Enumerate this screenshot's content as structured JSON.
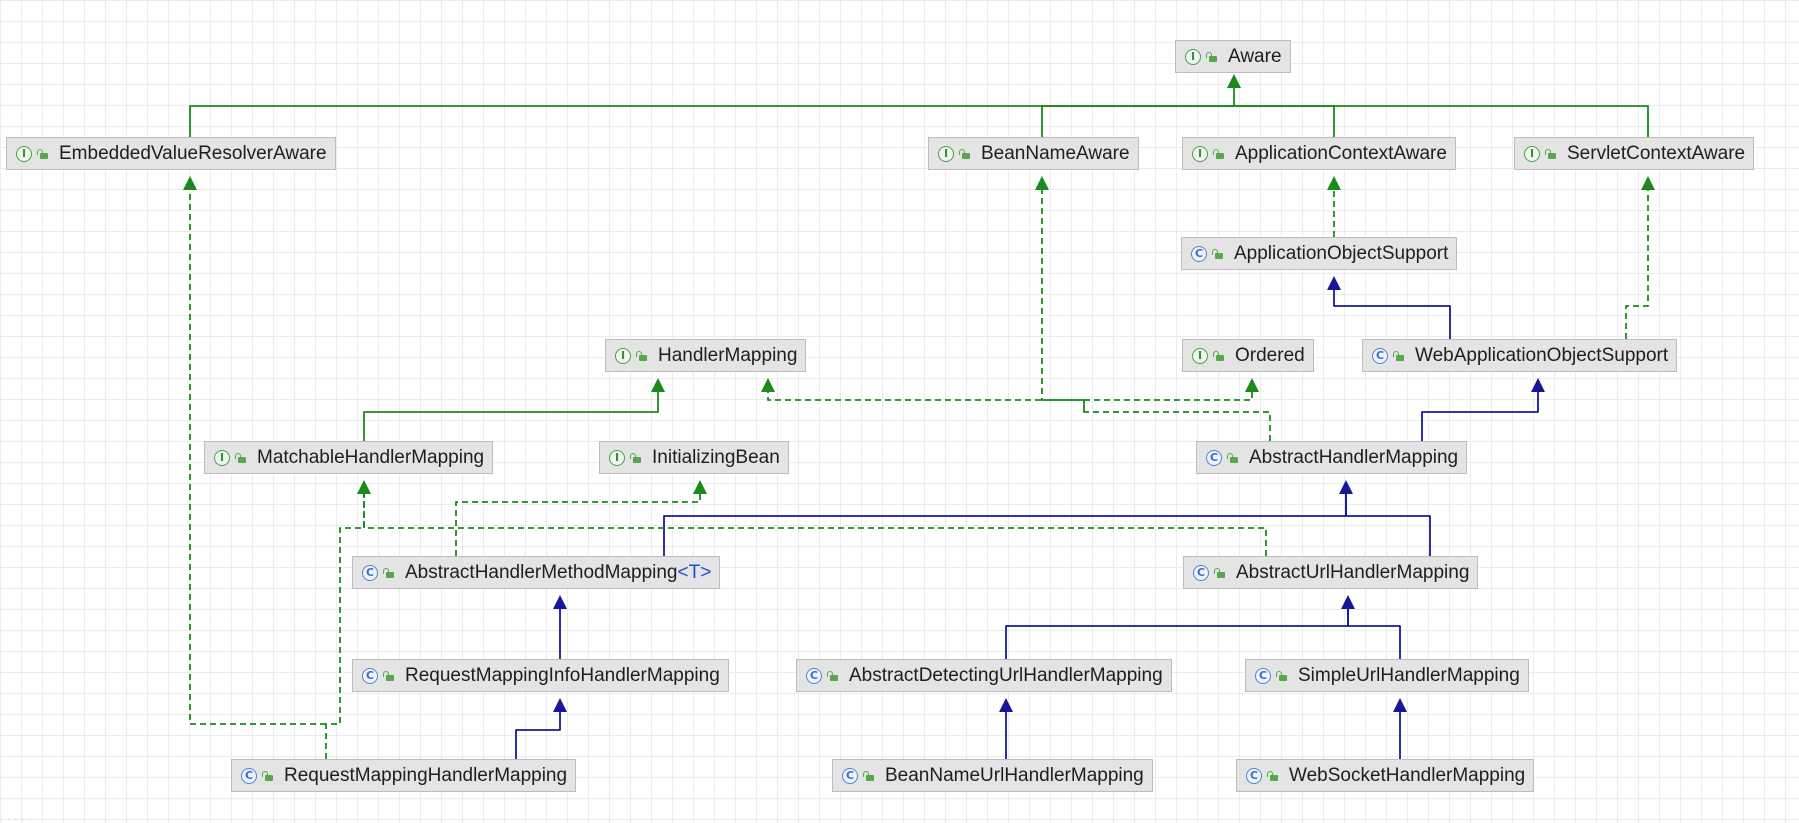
{
  "diagram": {
    "colors": {
      "interface": "#1a8a1a",
      "class": "#17179a",
      "node_bg": "#e4e4e4"
    },
    "nodes": [
      {
        "id": "aware",
        "label": "Aware",
        "kind": "interface"
      },
      {
        "id": "embedded",
        "label": "EmbeddedValueResolverAware",
        "kind": "interface"
      },
      {
        "id": "beanname",
        "label": "BeanNameAware",
        "kind": "interface"
      },
      {
        "id": "appctxaware",
        "label": "ApplicationContextAware",
        "kind": "interface"
      },
      {
        "id": "servletctxaware",
        "label": "ServletContextAware",
        "kind": "interface"
      },
      {
        "id": "appobjsupport",
        "label": "ApplicationObjectSupport",
        "kind": "class"
      },
      {
        "id": "handlermapping",
        "label": "HandlerMapping",
        "kind": "interface"
      },
      {
        "id": "ordered",
        "label": "Ordered",
        "kind": "interface"
      },
      {
        "id": "webappobjsupport",
        "label": "WebApplicationObjectSupport",
        "kind": "class"
      },
      {
        "id": "matchable",
        "label": "MatchableHandlerMapping",
        "kind": "interface"
      },
      {
        "id": "initbean",
        "label": "InitializingBean",
        "kind": "interface"
      },
      {
        "id": "abstracthm",
        "label": "AbstractHandlerMapping",
        "kind": "class"
      },
      {
        "id": "abstracthmm",
        "label": "AbstractHandlerMethodMapping",
        "kind": "class",
        "generic": "<T>"
      },
      {
        "id": "abstracturlhm",
        "label": "AbstractUrlHandlerMapping",
        "kind": "class"
      },
      {
        "id": "rmihm",
        "label": "RequestMappingInfoHandlerMapping",
        "kind": "class"
      },
      {
        "id": "adurlhm",
        "label": "AbstractDetectingUrlHandlerMapping",
        "kind": "class"
      },
      {
        "id": "simpleurlhm",
        "label": "SimpleUrlHandlerMapping",
        "kind": "class"
      },
      {
        "id": "rmhm",
        "label": "RequestMappingHandlerMapping",
        "kind": "class"
      },
      {
        "id": "beannameurlhm",
        "label": "BeanNameUrlHandlerMapping",
        "kind": "class"
      },
      {
        "id": "websockethm",
        "label": "WebSocketHandlerMapping",
        "kind": "class"
      }
    ],
    "edges": [
      {
        "from": "embedded",
        "to": "aware",
        "type": "extends-interface"
      },
      {
        "from": "beanname",
        "to": "aware",
        "type": "extends-interface"
      },
      {
        "from": "appctxaware",
        "to": "aware",
        "type": "extends-interface"
      },
      {
        "from": "servletctxaware",
        "to": "aware",
        "type": "extends-interface"
      },
      {
        "from": "appobjsupport",
        "to": "appctxaware",
        "type": "implements"
      },
      {
        "from": "webappobjsupport",
        "to": "appobjsupport",
        "type": "extends-class"
      },
      {
        "from": "webappobjsupport",
        "to": "servletctxaware",
        "type": "implements"
      },
      {
        "from": "matchable",
        "to": "handlermapping",
        "type": "extends-interface"
      },
      {
        "from": "abstracthm",
        "to": "webappobjsupport",
        "type": "extends-class"
      },
      {
        "from": "abstracthm",
        "to": "handlermapping",
        "type": "implements"
      },
      {
        "from": "abstracthm",
        "to": "ordered",
        "type": "implements"
      },
      {
        "from": "abstracthm",
        "to": "beanname",
        "type": "implements"
      },
      {
        "from": "abstracthmm",
        "to": "abstracthm",
        "type": "extends-class"
      },
      {
        "from": "abstracthmm",
        "to": "initbean",
        "type": "implements"
      },
      {
        "from": "abstracturlhm",
        "to": "abstracthm",
        "type": "extends-class"
      },
      {
        "from": "abstracturlhm",
        "to": "matchable",
        "type": "implements"
      },
      {
        "from": "rmihm",
        "to": "abstracthmm",
        "type": "extends-class"
      },
      {
        "from": "rmhm",
        "to": "rmihm",
        "type": "extends-class"
      },
      {
        "from": "rmhm",
        "to": "matchable",
        "type": "implements"
      },
      {
        "from": "rmhm",
        "to": "embedded",
        "type": "implements"
      },
      {
        "from": "adurlhm",
        "to": "abstracturlhm",
        "type": "extends-class"
      },
      {
        "from": "simpleurlhm",
        "to": "abstracturlhm",
        "type": "extends-class"
      },
      {
        "from": "beannameurlhm",
        "to": "adurlhm",
        "type": "extends-class"
      },
      {
        "from": "websockethm",
        "to": "simpleurlhm",
        "type": "extends-class"
      }
    ]
  }
}
